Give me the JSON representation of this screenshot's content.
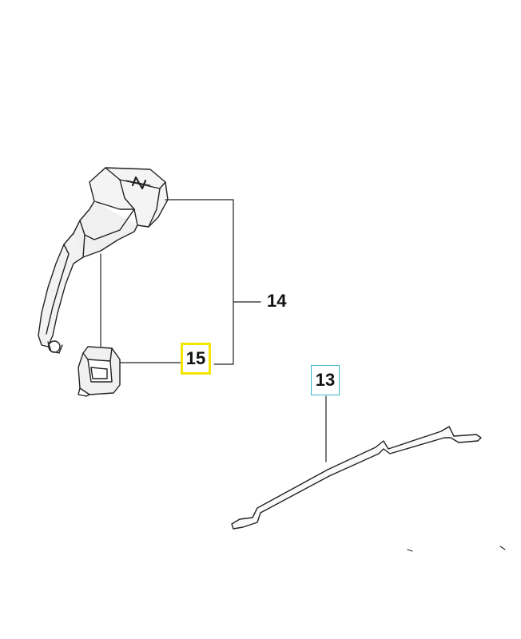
{
  "callouts": {
    "part_14": "14",
    "part_15": "15",
    "part_13": "13"
  },
  "highlight": {
    "part_15_border": "#f2e600",
    "part_13_border": "#3cb6c9"
  }
}
